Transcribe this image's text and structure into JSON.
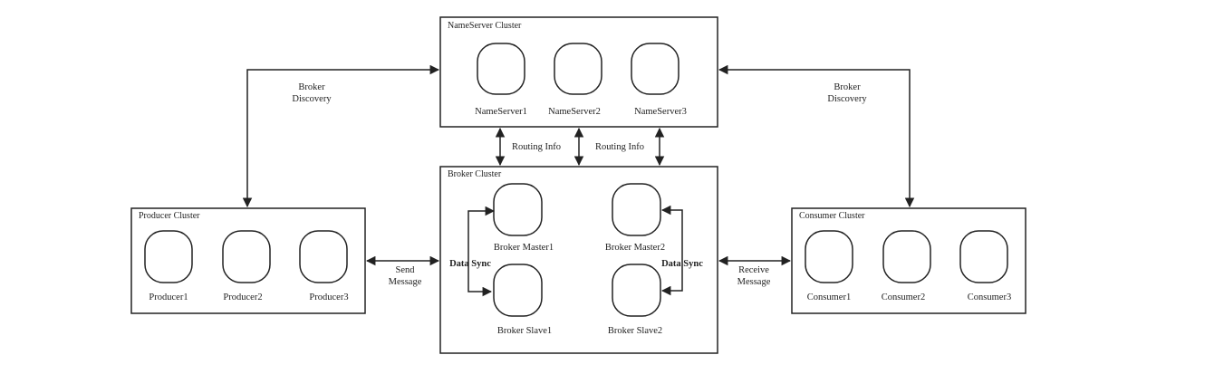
{
  "colors": {
    "stroke": "#222222",
    "background": "#ffffff"
  },
  "clusters": {
    "nameserver": {
      "title": "NameServer Cluster",
      "nodes": [
        "NameServer1",
        "NameServer2",
        "NameServer3"
      ]
    },
    "broker": {
      "title": "Broker Cluster",
      "nodes": [
        "Broker Master1",
        "Broker Master2",
        "Broker Slave1",
        "Broker Slave2"
      ]
    },
    "producer": {
      "title": "Producer Cluster",
      "nodes": [
        "Producer1",
        "Producer2",
        "Producer3"
      ]
    },
    "consumer": {
      "title": "Consumer Cluster",
      "nodes": [
        "Consumer1",
        "Consumer2",
        "Consumer3"
      ]
    }
  },
  "edges": {
    "broker_discovery_left": [
      "Broker",
      "Discovery"
    ],
    "broker_discovery_right": [
      "Broker",
      "Discovery"
    ],
    "routing_info_left": "Routing Info",
    "routing_info_right": "Routing Info",
    "data_sync_left": "Data Sync",
    "data_sync_right": "Data Sync",
    "send_message": [
      "Send",
      "Message"
    ],
    "receive_message": [
      "Receive",
      "Message"
    ]
  }
}
